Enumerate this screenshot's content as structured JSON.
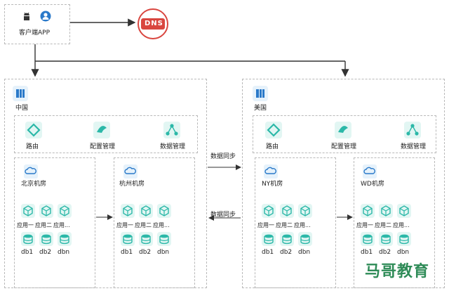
{
  "client": {
    "label": "客户端APP"
  },
  "dns": {
    "label": "DNS"
  },
  "regions": [
    {
      "name": "中国",
      "services": [
        "路由",
        "配置管理",
        "数据管理"
      ],
      "rooms": [
        {
          "name": "北京机房",
          "apps": [
            "应用一",
            "应用二",
            "应用..."
          ],
          "dbs": [
            "db1",
            "db2",
            "dbn"
          ]
        },
        {
          "name": "杭州机房",
          "apps": [
            "应用一",
            "应用二",
            "应用..."
          ],
          "dbs": [
            "db1",
            "db2",
            "dbn"
          ]
        }
      ]
    },
    {
      "name": "美国",
      "services": [
        "路由",
        "配置管理",
        "数据管理"
      ],
      "rooms": [
        {
          "name": "NY机房",
          "apps": [
            "应用一",
            "应用二",
            "应用..."
          ],
          "dbs": [
            "db1",
            "db2",
            "dbn"
          ]
        },
        {
          "name": "WD机房",
          "apps": [
            "应用一",
            "应用二",
            "应用..."
          ],
          "dbs": [
            "db1",
            "db2",
            "dbn"
          ]
        }
      ]
    }
  ],
  "sync": {
    "top": "数据同步",
    "bottom": "数据同步"
  },
  "watermark": "马哥教育",
  "colors": {
    "teal": "#2bb8a8",
    "dns_red": "#d9463f",
    "brand_green": "#2e8b57"
  }
}
